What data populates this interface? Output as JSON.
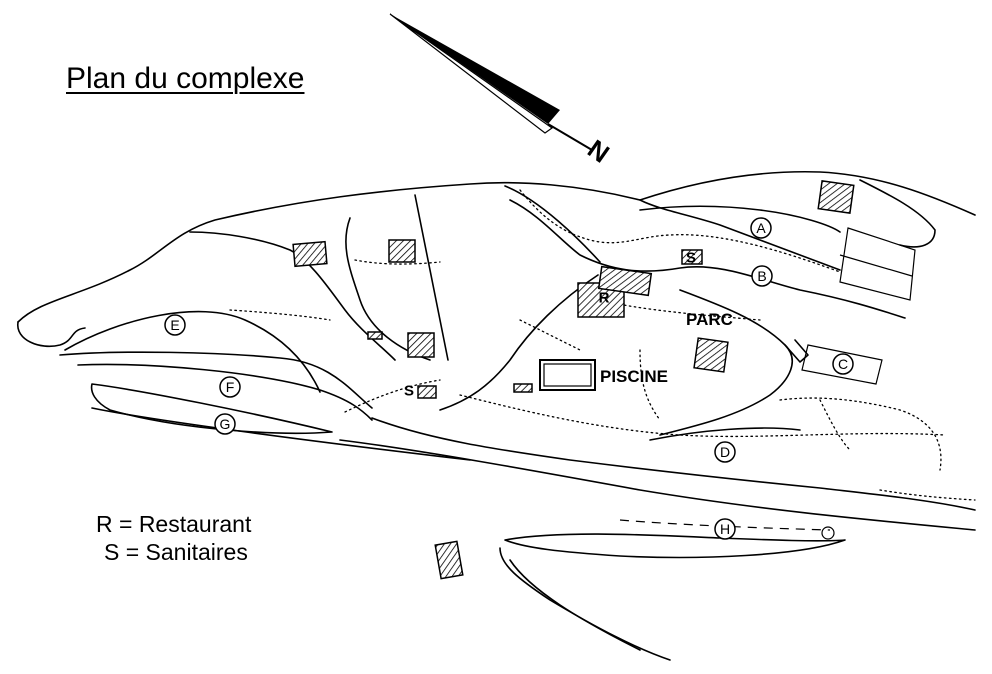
{
  "title": "Plan du complexe",
  "legend": [
    {
      "key": "R",
      "text": "R = Restaurant"
    },
    {
      "key": "S",
      "text": "S = Sanitaires"
    }
  ],
  "markers": [
    "A",
    "B",
    "C",
    "D",
    "E",
    "F",
    "G",
    "H",
    "R",
    "S",
    "S"
  ],
  "area_labels": {
    "parc": "PARC",
    "piscine": "PISCINE"
  },
  "compass": {
    "label": "N",
    "icon": "north-arrow-icon"
  },
  "colors": {
    "ink": "#000000",
    "background": "#ffffff"
  }
}
